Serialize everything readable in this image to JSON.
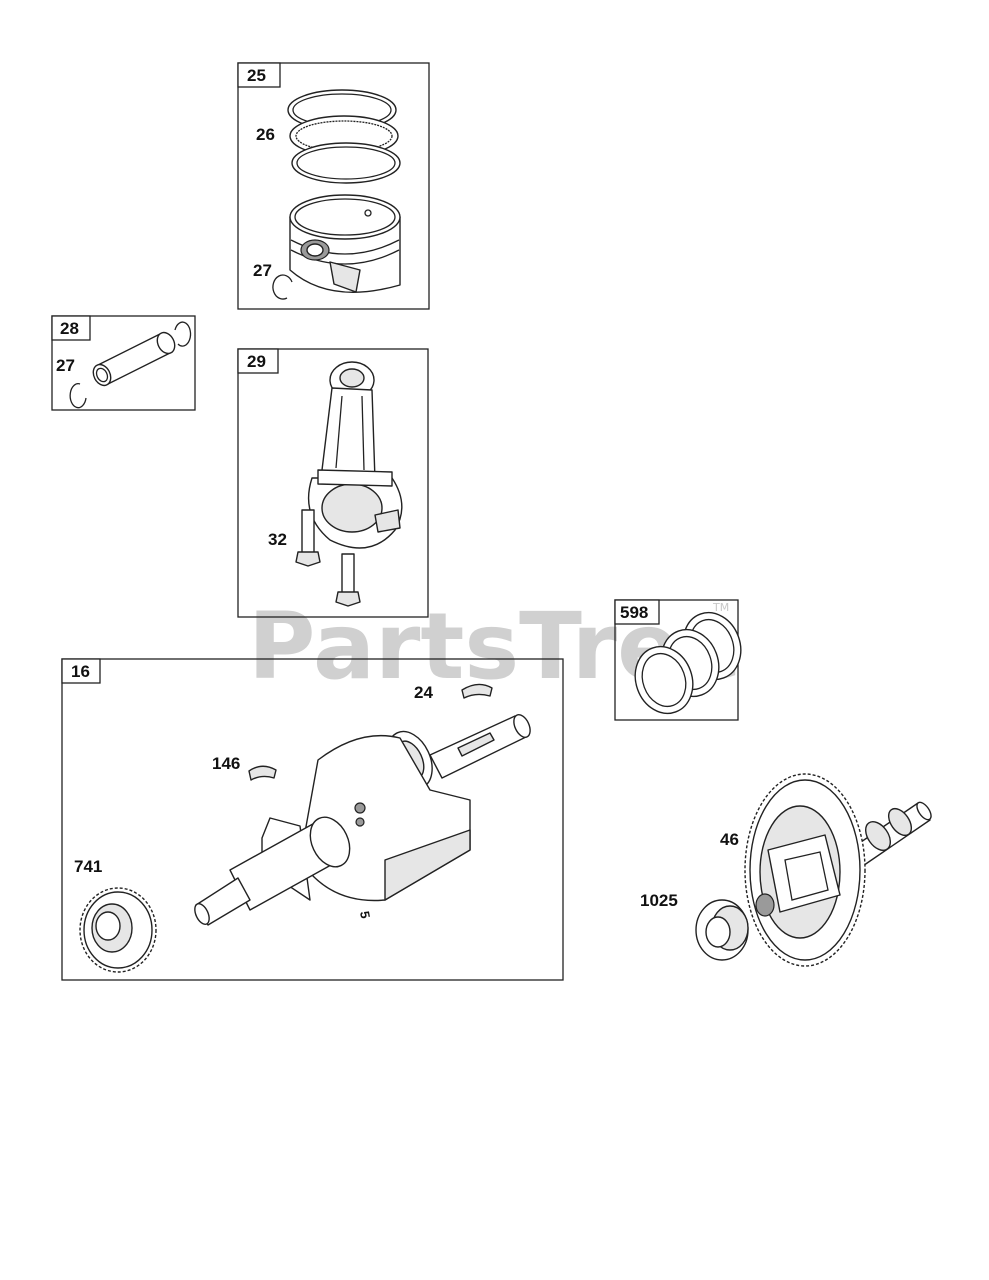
{
  "watermark": {
    "text": "PartsTree",
    "trademark": "TM"
  },
  "groups": [
    {
      "id": "25",
      "label": "25"
    },
    {
      "id": "28",
      "label": "28"
    },
    {
      "id": "29",
      "label": "29"
    },
    {
      "id": "598",
      "label": "598"
    },
    {
      "id": "16",
      "label": "16"
    }
  ],
  "parts": {
    "p26": "26",
    "p27a": "27",
    "p27b": "27",
    "p32": "32",
    "p24": "24",
    "p146": "146",
    "p741": "741",
    "p46": "46",
    "p1025": "1025"
  },
  "crankshaft_marks": {
    "mark1": "5"
  }
}
